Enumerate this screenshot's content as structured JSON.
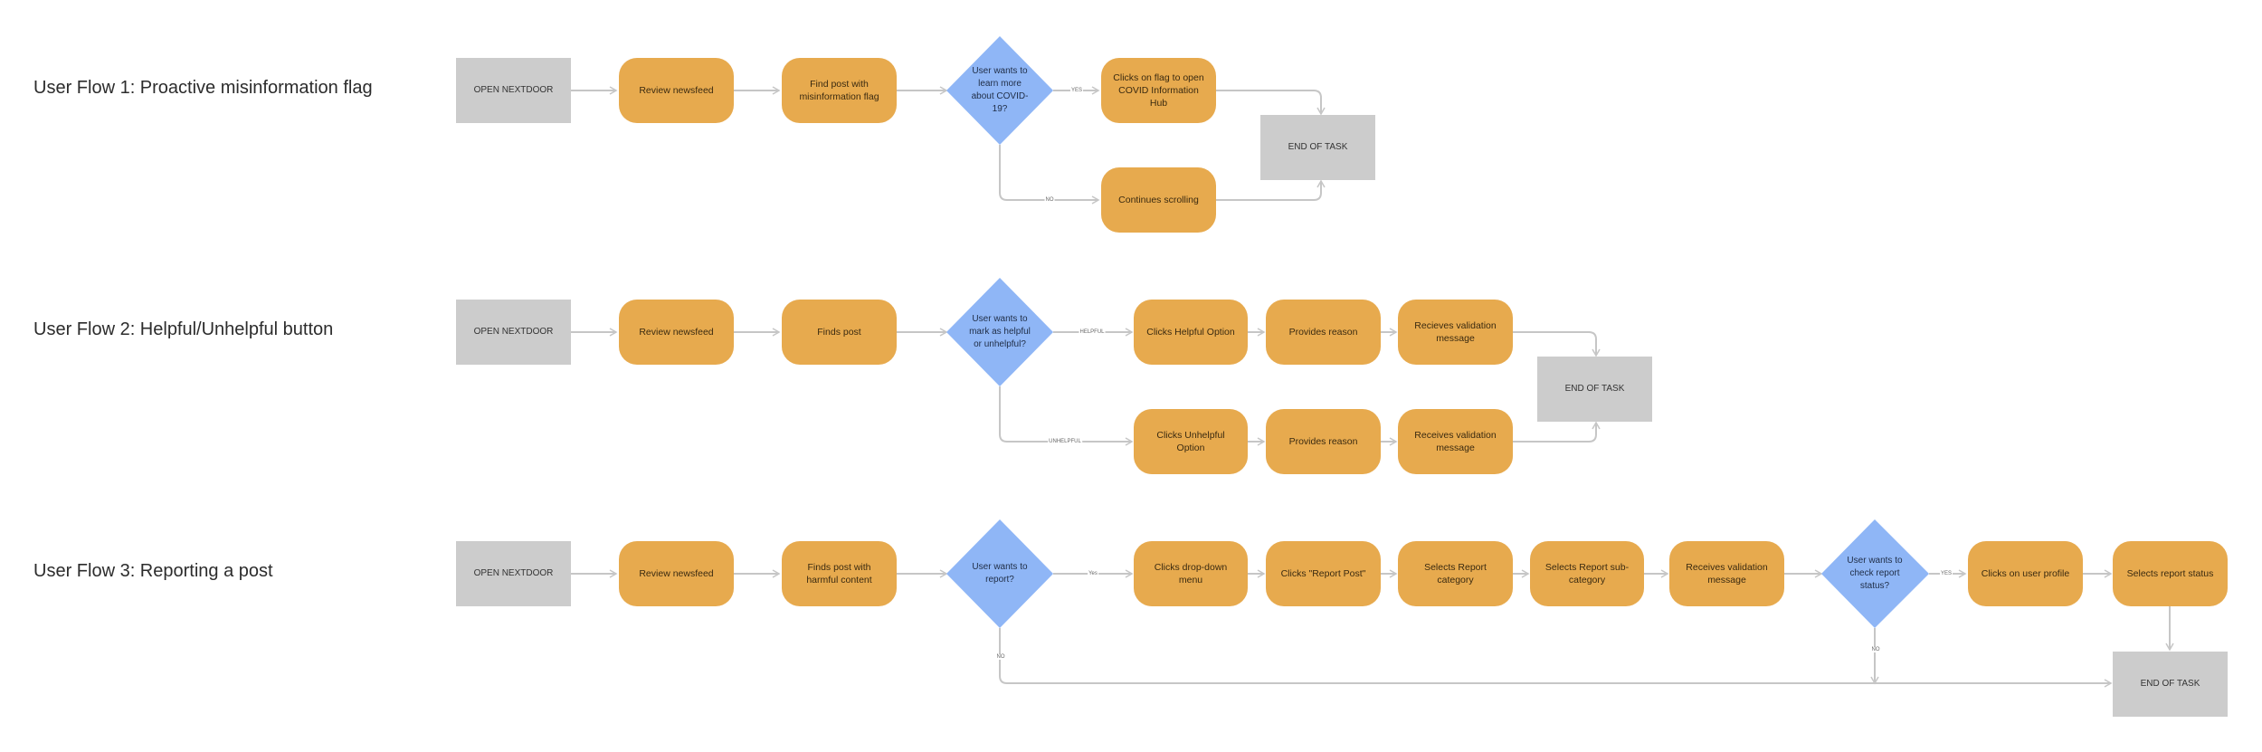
{
  "colors": {
    "process": "#e7aa4e",
    "decision": "#8fb6f6",
    "terminal": "#cccccc",
    "connector": "#c6c6c6"
  },
  "flows": [
    {
      "title": "User Flow 1: Proactive misinformation flag",
      "nodes": {
        "start": "OPEN NEXTDOOR",
        "review": "Review newsfeed",
        "find": "Find post with misinformation flag",
        "decision": "User wants to learn more about COVID-19?",
        "yes_action": "Clicks on flag to open COVID Information Hub",
        "no_action": "Continues scrolling",
        "end": "END OF TASK"
      },
      "labels": {
        "yes": "YES",
        "no": "NO"
      }
    },
    {
      "title": "User Flow 2: Helpful/Unhelpful button",
      "nodes": {
        "start": "OPEN NEXTDOOR",
        "review": "Review newsfeed",
        "find": "Finds post",
        "decision": "User wants to mark as helpful or unhelpful?",
        "helpful_click": "Clicks Helpful Option",
        "helpful_reason": "Provides reason",
        "helpful_validation": "Recieves validation message",
        "unhelpful_click": "Clicks Unhelpful Option",
        "unhelpful_reason": "Provides reason",
        "unhelpful_validation": "Receives validation message",
        "end": "END OF TASK"
      },
      "labels": {
        "helpful": "HELPFUL",
        "unhelpful": "UNHELPFUL"
      }
    },
    {
      "title": "User Flow 3: Reporting a post",
      "nodes": {
        "start": "OPEN NEXTDOOR",
        "review": "Review newsfeed",
        "find": "Finds post with harmful content",
        "decision": "User wants to report?",
        "dropdown": "Clicks drop-down menu",
        "report_post": "Clicks \"Report Post\"",
        "category": "Selects Report category",
        "subcategory": "Selects Report sub-category",
        "validation": "Receives validation message",
        "decision2": "User wants to check report status?",
        "profile": "Clicks on user profile",
        "status": "Selects report status",
        "end": "END OF TASK"
      },
      "labels": {
        "yes": "Yes",
        "no": "NO",
        "yes2": "YES",
        "no2": "NO"
      }
    }
  ]
}
